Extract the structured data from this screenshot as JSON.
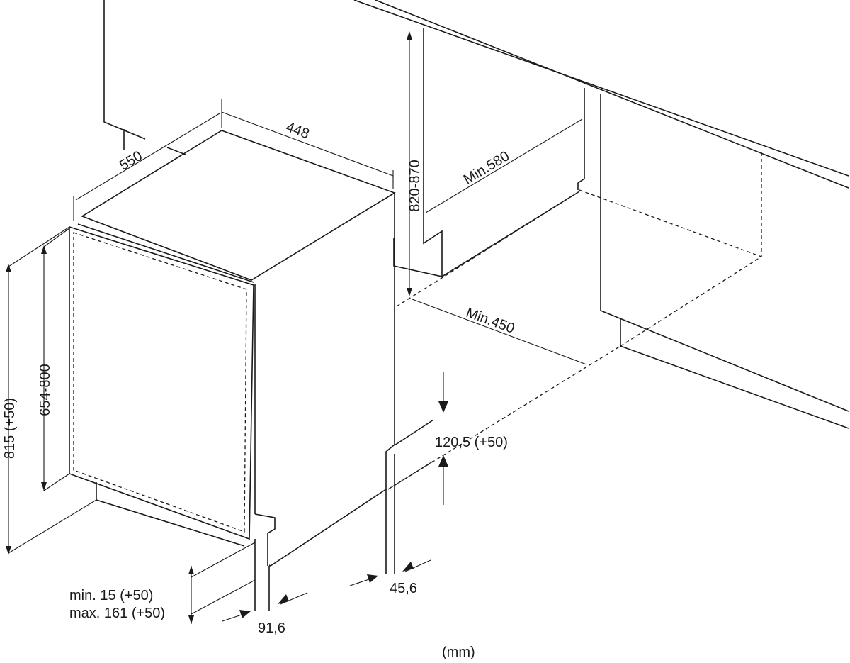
{
  "dimensions": {
    "width": "448",
    "depth": "550",
    "niche_height": "820-870",
    "niche_depth": "Min.580",
    "niche_width": "Min.450",
    "door_height": "654-800",
    "total_height": "815 (+50)",
    "plinth_height": "120,5 (+50)",
    "plinth_min": "min. 15 (+50)",
    "plinth_max": "max. 161 (+50)",
    "plinth_setback_1": "45,6",
    "plinth_setback_2": "91,6"
  },
  "unit_label": "(mm)",
  "colors": {
    "line": "#1a1a1a",
    "background": "#ffffff"
  }
}
